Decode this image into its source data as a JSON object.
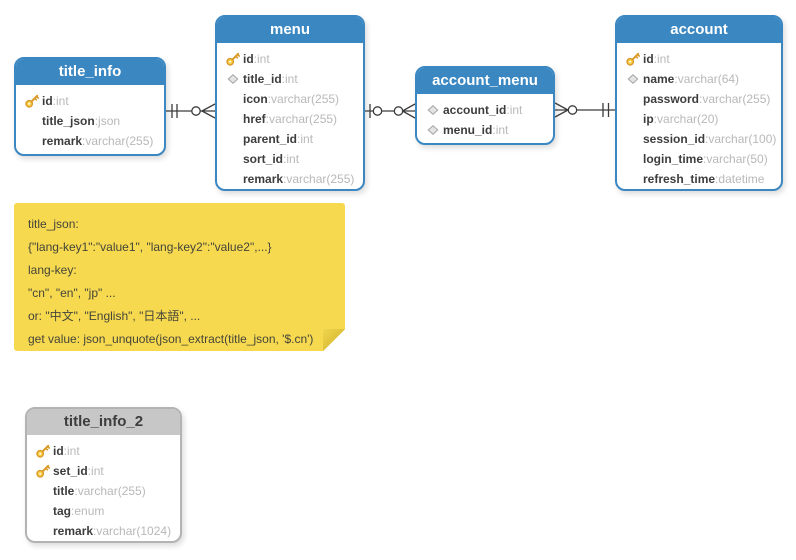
{
  "canvas": {
    "background": "#ffffff"
  },
  "colors": {
    "table_blue": "#3a87c1",
    "table_gray_header": "#c7c7c7",
    "field_name": "#3d3d3d",
    "field_type": "#b8b8b8",
    "note_yellow": "#f6d94f",
    "connector": "#3c3c3c",
    "key_icon_gold": "#f7ce4a",
    "diamond_icon_gray": "#e4e4e4"
  },
  "tables": [
    {
      "name": "title_info",
      "style": "blue",
      "fields": [
        {
          "icon": "key",
          "name": "id",
          "type": "int"
        },
        {
          "icon": "",
          "name": "title_json",
          "type": "json"
        },
        {
          "icon": "",
          "name": "remark",
          "type": "varchar(255)"
        }
      ]
    },
    {
      "name": "menu",
      "style": "blue",
      "fields": [
        {
          "icon": "key",
          "name": "id",
          "type": "int"
        },
        {
          "icon": "diamond",
          "name": "title_id",
          "type": "int"
        },
        {
          "icon": "",
          "name": "icon",
          "type": "varchar(255)"
        },
        {
          "icon": "",
          "name": "href",
          "type": "varchar(255)"
        },
        {
          "icon": "",
          "name": "parent_id",
          "type": "int"
        },
        {
          "icon": "",
          "name": "sort_id",
          "type": "int"
        },
        {
          "icon": "",
          "name": "remark",
          "type": "varchar(255)"
        }
      ]
    },
    {
      "name": "account_menu",
      "style": "blue",
      "fields": [
        {
          "icon": "diamond",
          "name": "account_id",
          "type": "int"
        },
        {
          "icon": "diamond",
          "name": "menu_id",
          "type": "int"
        }
      ]
    },
    {
      "name": "account",
      "style": "blue",
      "fields": [
        {
          "icon": "key",
          "name": "id",
          "type": "int"
        },
        {
          "icon": "diamond",
          "name": "name",
          "type": "varchar(64)"
        },
        {
          "icon": "",
          "name": "password",
          "type": "varchar(255)"
        },
        {
          "icon": "",
          "name": "ip",
          "type": "varchar(20)"
        },
        {
          "icon": "",
          "name": "session_id",
          "type": "varchar(100)"
        },
        {
          "icon": "",
          "name": "login_time",
          "type": "varchar(50)"
        },
        {
          "icon": "",
          "name": "refresh_time",
          "type": "datetime"
        }
      ]
    },
    {
      "name": "title_info_2",
      "style": "gray",
      "fields": [
        {
          "icon": "key",
          "name": "id",
          "type": "int"
        },
        {
          "icon": "key",
          "name": "set_id",
          "type": "int"
        },
        {
          "icon": "",
          "name": "title",
          "type": "varchar(255)"
        },
        {
          "icon": "",
          "name": "tag",
          "type": "enum"
        },
        {
          "icon": "",
          "name": "remark",
          "type": "varchar(1024)"
        }
      ]
    }
  ],
  "relationships": [
    {
      "from": "title_info",
      "to": "menu",
      "from_cardinality": "exactly-one",
      "to_cardinality": "zero-or-many"
    },
    {
      "from": "menu",
      "to": "account_menu",
      "from_cardinality": "zero-or-one",
      "to_cardinality": "zero-or-many"
    },
    {
      "from": "account_menu",
      "to": "account",
      "from_cardinality": "zero-or-many",
      "to_cardinality": "exactly-one"
    }
  ],
  "note": {
    "lines": [
      "title_json:",
      "{\"lang-key1\":\"value1\", \"lang-key2\":\"value2\",...}",
      "lang-key:",
      "\"cn\", \"en\", \"jp\" ...",
      "or: \"中文\", \"English\", \"日本語\", ...",
      "get value: json_unquote(json_extract(title_json, '$.cn')"
    ]
  }
}
